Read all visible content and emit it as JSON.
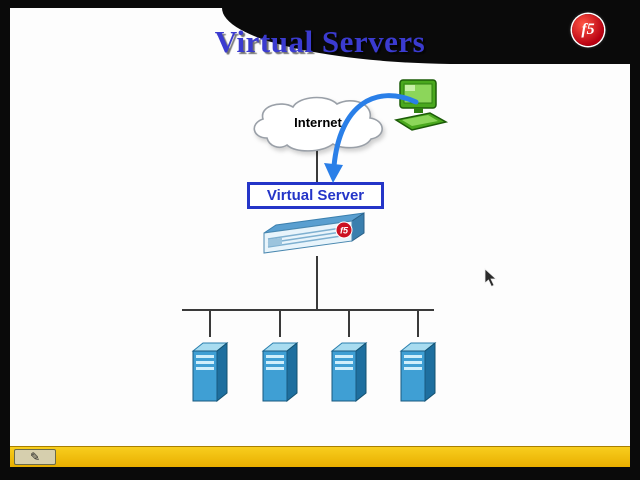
{
  "slide": {
    "title": "Virtual Servers"
  },
  "logo": {
    "text": "f5"
  },
  "diagram": {
    "cloud_label": "Internet",
    "virtual_server_label": "Virtual Server",
    "appliance_logo": "f5",
    "server_count": 4
  },
  "toolbar": {
    "pen_icon": "✎"
  },
  "colors": {
    "title_blue": "#3b3bd0",
    "box_border_blue": "#2435c8",
    "arrow_blue": "#2a7fe8",
    "f5_red": "#cc1122",
    "bottom_bar_yellow": "#f0c000",
    "server_blue": "#3f9fd4",
    "computer_green": "#4aa81e"
  }
}
